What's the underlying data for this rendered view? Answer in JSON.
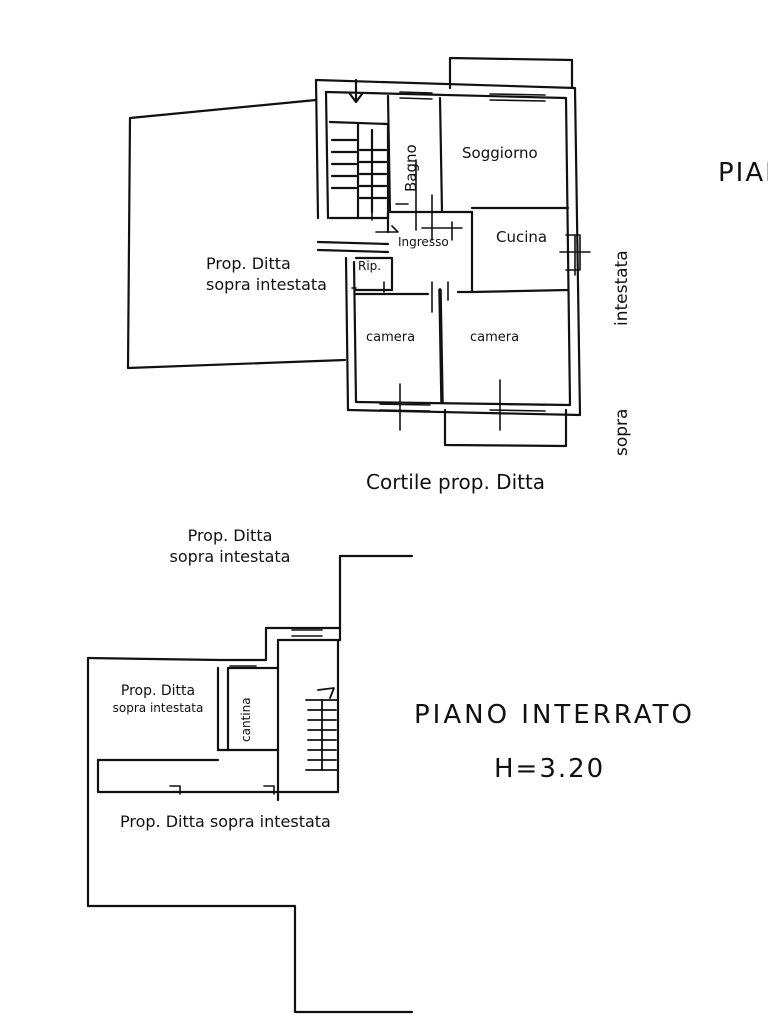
{
  "upper_floor": {
    "title_fragment": "PIAI",
    "rooms": {
      "bagno": "Bagno",
      "soggiorno": "Soggiorno",
      "ingresso": "Ingresso",
      "cucina": "Cucina",
      "rip": "Rip.",
      "camera_left": "camera",
      "camera_right": "camera"
    },
    "neighbor_left_line1": "Prop. Ditta",
    "neighbor_left_line2": "sopra intestata",
    "courtyard": "Cortile prop. Ditta",
    "side_intestata": "intestata",
    "side_sopra": "sopra"
  },
  "basement": {
    "neighbor_top_line1": "Prop. Ditta",
    "neighbor_top_line2": "sopra intestata",
    "neighbor_inner_line1": "Prop. Ditta",
    "neighbor_inner_line2": "sopra intestata",
    "cantina": "cantina",
    "neighbor_bottom": "Prop. Ditta sopra intestata",
    "title": "PIANO INTERRATO",
    "height": "H=3.20"
  },
  "colors": {
    "ink": "#111111",
    "paper": "#ffffff"
  }
}
